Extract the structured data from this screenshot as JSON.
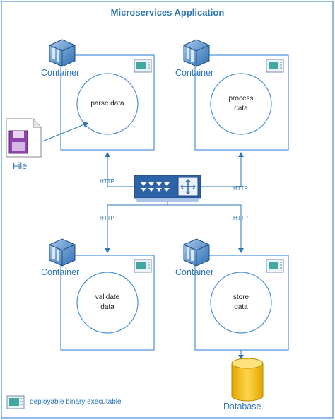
{
  "title": "Microservices Application",
  "containers": [
    {
      "label": "Container",
      "service": [
        "parse data"
      ]
    },
    {
      "label": "Container",
      "service": [
        "process",
        "data"
      ]
    },
    {
      "label": "Container",
      "service": [
        "validate",
        "data"
      ]
    },
    {
      "label": "Container",
      "service": [
        "store",
        "data"
      ]
    }
  ],
  "file_label": "File",
  "database_label": "Database",
  "http_labels": [
    "HTTP",
    "HTTP",
    "HTTP",
    "HTTP"
  ],
  "legend_label": "deployable binary executable",
  "colors": {
    "frame": "#4a90d9",
    "title": "#2e75b6",
    "arrow": "#2e75b6",
    "database": "#f0c419",
    "file": "#8e44ad"
  },
  "icons": {
    "container": "container-cube-icon",
    "binary": "deployable-binary-icon",
    "router": "router-icon",
    "file": "file-icon",
    "database": "database-cylinder-icon"
  }
}
